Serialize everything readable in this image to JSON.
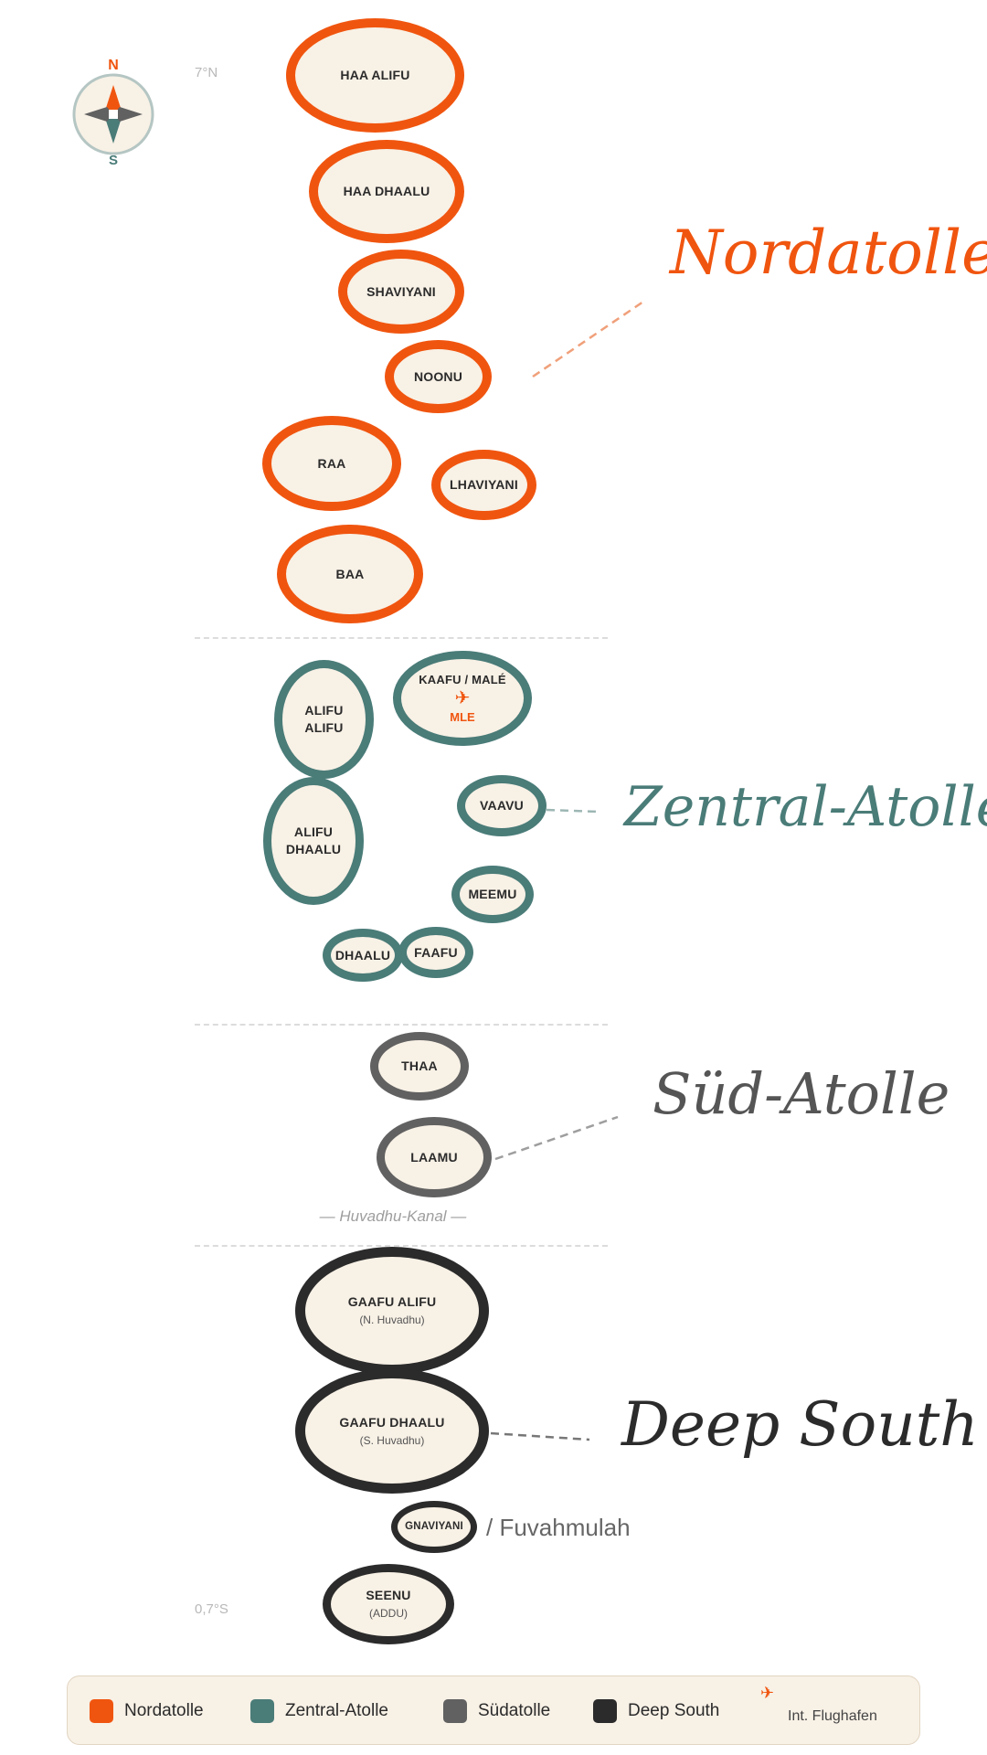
{
  "compass": {
    "north": "N",
    "south": "S"
  },
  "latitudes": {
    "top": "7°N",
    "bottom": "0,7°S"
  },
  "atolls": {
    "haa_alifu": "HAA ALIFU",
    "haa_dhaalu": "HAA DHAALU",
    "shaviyani": "SHAVIYANI",
    "noonu": "NOONU",
    "raa": "RAA",
    "lhaviyani": "LHAVIYANI",
    "baa": "BAA",
    "alifu_alifu_1": "ALIFU",
    "alifu_alifu_2": "ALIFU",
    "kaafu": "KAAFU / MALÉ",
    "kaafu_airport": "MLE",
    "alifu_dhaalu_1": "ALIFU",
    "alifu_dhaalu_2": "DHAALU",
    "vaavu": "VAAVU",
    "meemu": "MEEMU",
    "dhaalu": "DHAALU",
    "faafu": "FAAFU",
    "thaa": "THAA",
    "laamu": "LAAMU",
    "gaafu_alifu": "GAAFU ALIFU",
    "gaafu_alifu_sub": "(N. Huvadhu)",
    "gaafu_dhaalu": "GAAFU DHAALU",
    "gaafu_dhaalu_sub": "(S. Huvadhu)",
    "gnaviyani": "GNAVIYANI",
    "fuvahmulah": "/ Fuvahmulah",
    "seenu": "SEENU",
    "seenu_sub": "(ADDU)"
  },
  "channel_label": "— Huvadhu-Kanal —",
  "regions": {
    "north": "Nordatolle",
    "central": "Zentral-Atolle",
    "south": "Süd-Atolle",
    "deep": "Deep South"
  },
  "legend": {
    "north": "Nordatolle",
    "central": "Zentral-Atolle",
    "south": "Südatolle",
    "deep": "Deep South",
    "airport": "Int. Flughafen"
  },
  "colors": {
    "north": "#f0550f",
    "central": "#4a7c78",
    "south": "#616161",
    "deep": "#2b2b2b",
    "island_fill": "#f8f1e6"
  },
  "icons": {
    "compass": "compass-rose-icon",
    "airport": "airplane-icon"
  }
}
